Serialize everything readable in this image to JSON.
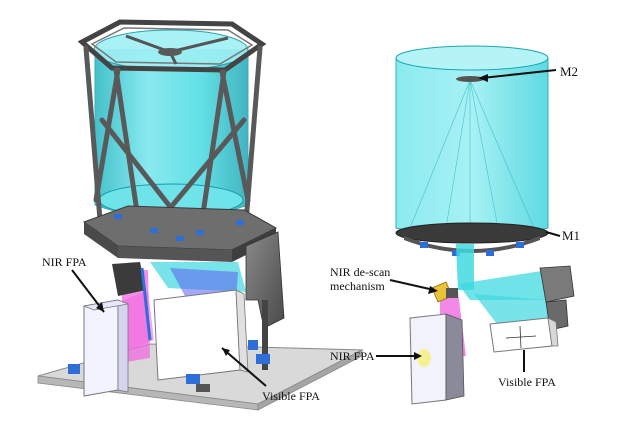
{
  "labels": {
    "m2": "M2",
    "m1": "M1",
    "nir_descan_line1": "NIR de-scan",
    "nir_descan_line2": "mechanism",
    "nir_fpa_left": "NIR FPA",
    "visible_fpa_left": "Visible FPA",
    "nir_fpa_right": "NIR FPA",
    "visible_fpa_right": "Visible FPA"
  },
  "colors": {
    "cyan": "#3fd9e0",
    "cyan_light": "#a8f1f4",
    "cyan_dark": "#1fb3c0",
    "magenta": "#f06ae0",
    "magenta_dark": "#c23fb8",
    "structure": "#6b6b6b",
    "structure_dark": "#3e3e3e",
    "plate": "#dcdcdc",
    "blue_part": "#2d6fd6",
    "yellow_part": "#e9c23a"
  }
}
